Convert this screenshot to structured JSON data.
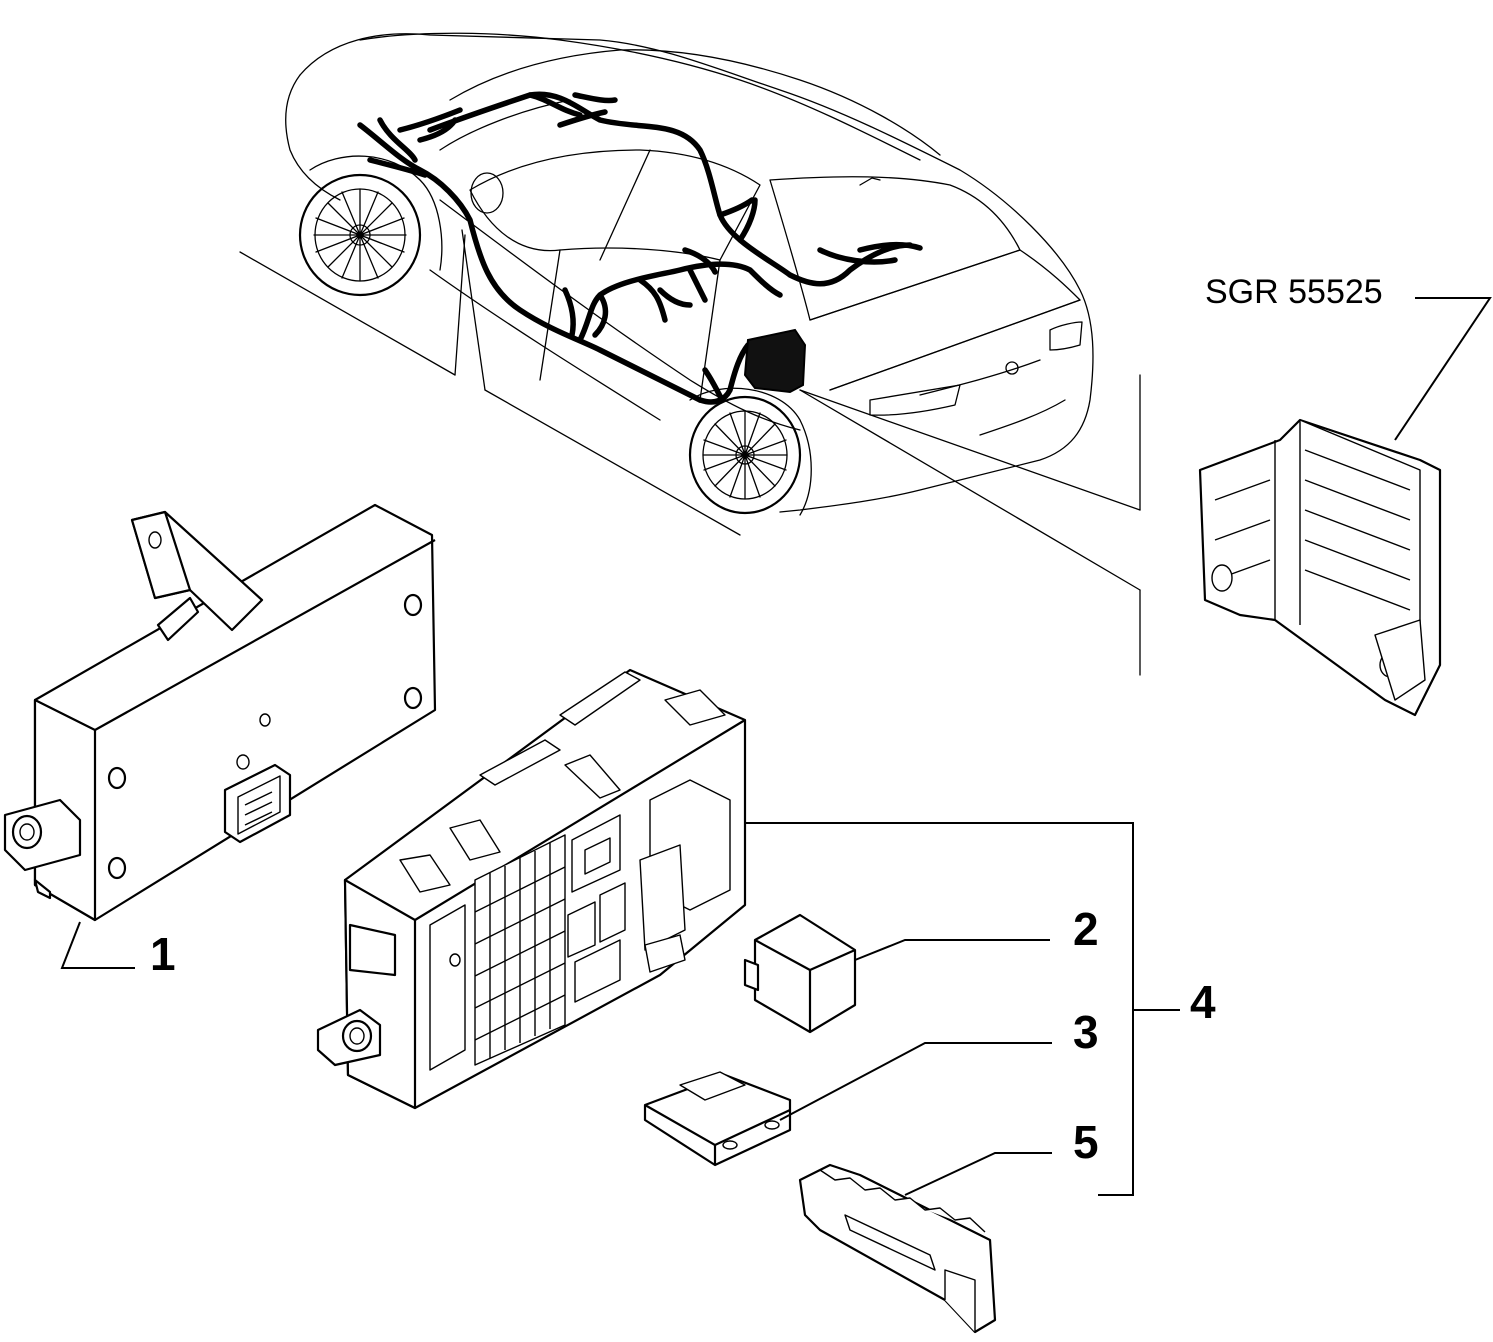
{
  "reference_code": "SGR 55525",
  "callouts": [
    {
      "id": "1",
      "label": "1"
    },
    {
      "id": "2",
      "label": "2"
    },
    {
      "id": "3",
      "label": "3"
    },
    {
      "id": "4",
      "label": "4"
    },
    {
      "id": "5",
      "label": "5"
    }
  ]
}
